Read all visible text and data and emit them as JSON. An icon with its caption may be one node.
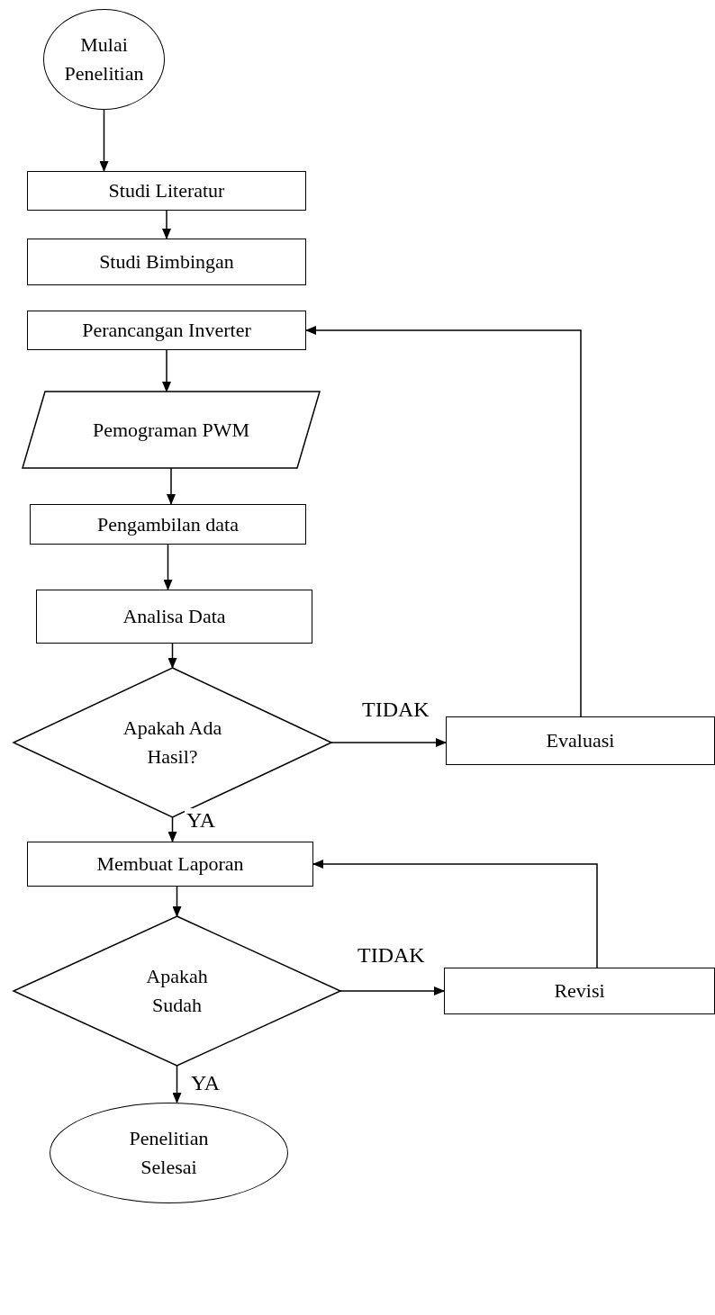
{
  "diagram": {
    "nodes": [
      {
        "text": [
          "Mulai Penelitian"
        ]
      },
      {
        "text": [
          "Studi Literatur"
        ]
      },
      {
        "text": [
          "Studi Bimbingan"
        ]
      },
      {
        "text": [
          "Perancangan Inverter"
        ]
      },
      {
        "text": [
          "Pemograman PWM"
        ]
      },
      {
        "text": [
          "Pengambilan data"
        ]
      },
      {
        "text": [
          "Analisa Data"
        ]
      },
      {
        "text": [
          "Apakah Ada Hasil?"
        ]
      },
      {
        "text": [
          "Evaluasi"
        ]
      },
      {
        "text": [
          "Membuat Laporan"
        ]
      },
      {
        "text": [
          "Apakah Sudah"
        ]
      },
      {
        "text": [
          "Revisi"
        ]
      },
      {
        "text": [
          "Penelitian Selesai"
        ]
      }
    ],
    "edges": [
      {
        "from": 0,
        "to": 1,
        "arrow": "to"
      },
      {
        "from": 1,
        "to": 2,
        "arrow": "to"
      },
      {
        "from": 3,
        "to": 4,
        "arrow": "to"
      },
      {
        "from": 4,
        "to": 5,
        "arrow": "to"
      },
      {
        "from": 5,
        "to": 6,
        "arrow": "to"
      },
      {
        "from": 6,
        "to": 7,
        "arrow": "to"
      },
      {
        "from": 7,
        "to": 8,
        "label": "TIDAK",
        "arrow": "to"
      },
      {
        "from": 8,
        "to": 3,
        "arrow": "to"
      },
      {
        "from": 7,
        "to": 9,
        "label": "YA",
        "arrow": "to"
      },
      {
        "from": 9,
        "to": 10,
        "arrow": "to"
      },
      {
        "from": 10,
        "to": 11,
        "label": "TIDAK",
        "arrow": "to"
      },
      {
        "from": 11,
        "to": 9,
        "arrow": "to"
      },
      {
        "from": 10,
        "to": 12,
        "label": "YA",
        "arrow": "to"
      }
    ]
  }
}
